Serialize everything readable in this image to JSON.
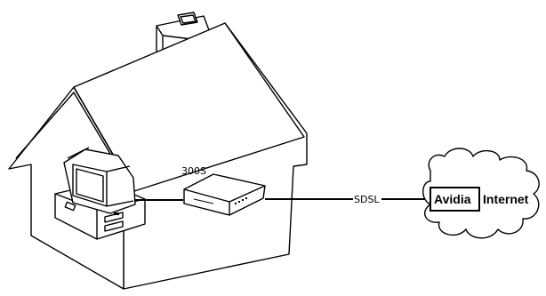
{
  "labels": {
    "device": "300S",
    "link": "SDSL",
    "isp": "Avidia",
    "cloud": "Internet"
  },
  "colors": {
    "stroke": "#000000",
    "background": "#ffffff"
  },
  "icons": [
    "house-icon",
    "computer-icon",
    "modem-icon",
    "cloud-icon"
  ]
}
